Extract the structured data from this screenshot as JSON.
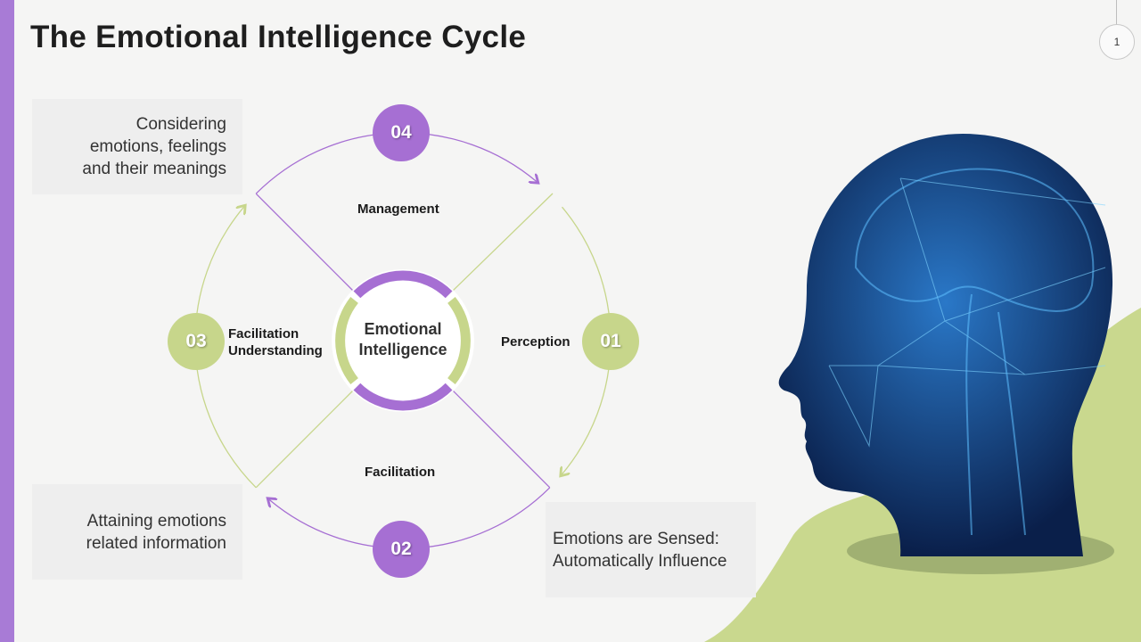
{
  "title": "The Emotional Intelligence Cycle",
  "page_number": "1",
  "center": {
    "line1": "Emotional",
    "line2": "Intelligence"
  },
  "steps": [
    {
      "num": "01",
      "label": "Perception"
    },
    {
      "num": "02",
      "label": "Facilitation"
    },
    {
      "num": "03",
      "label_line1": "Facilitation",
      "label_line2": "Understanding"
    },
    {
      "num": "04",
      "label": "Management"
    }
  ],
  "boxes": {
    "top_left": [
      "Considering",
      "emotions, feelings",
      "and their meanings"
    ],
    "bottom_left": [
      "Attaining emotions",
      "related information"
    ],
    "bottom_right": [
      "Emotions are Sensed:",
      "Automatically Influence"
    ]
  },
  "colors": {
    "purple": "#a66fd3",
    "green": "#c7d68b",
    "head": "#0f2f66"
  }
}
